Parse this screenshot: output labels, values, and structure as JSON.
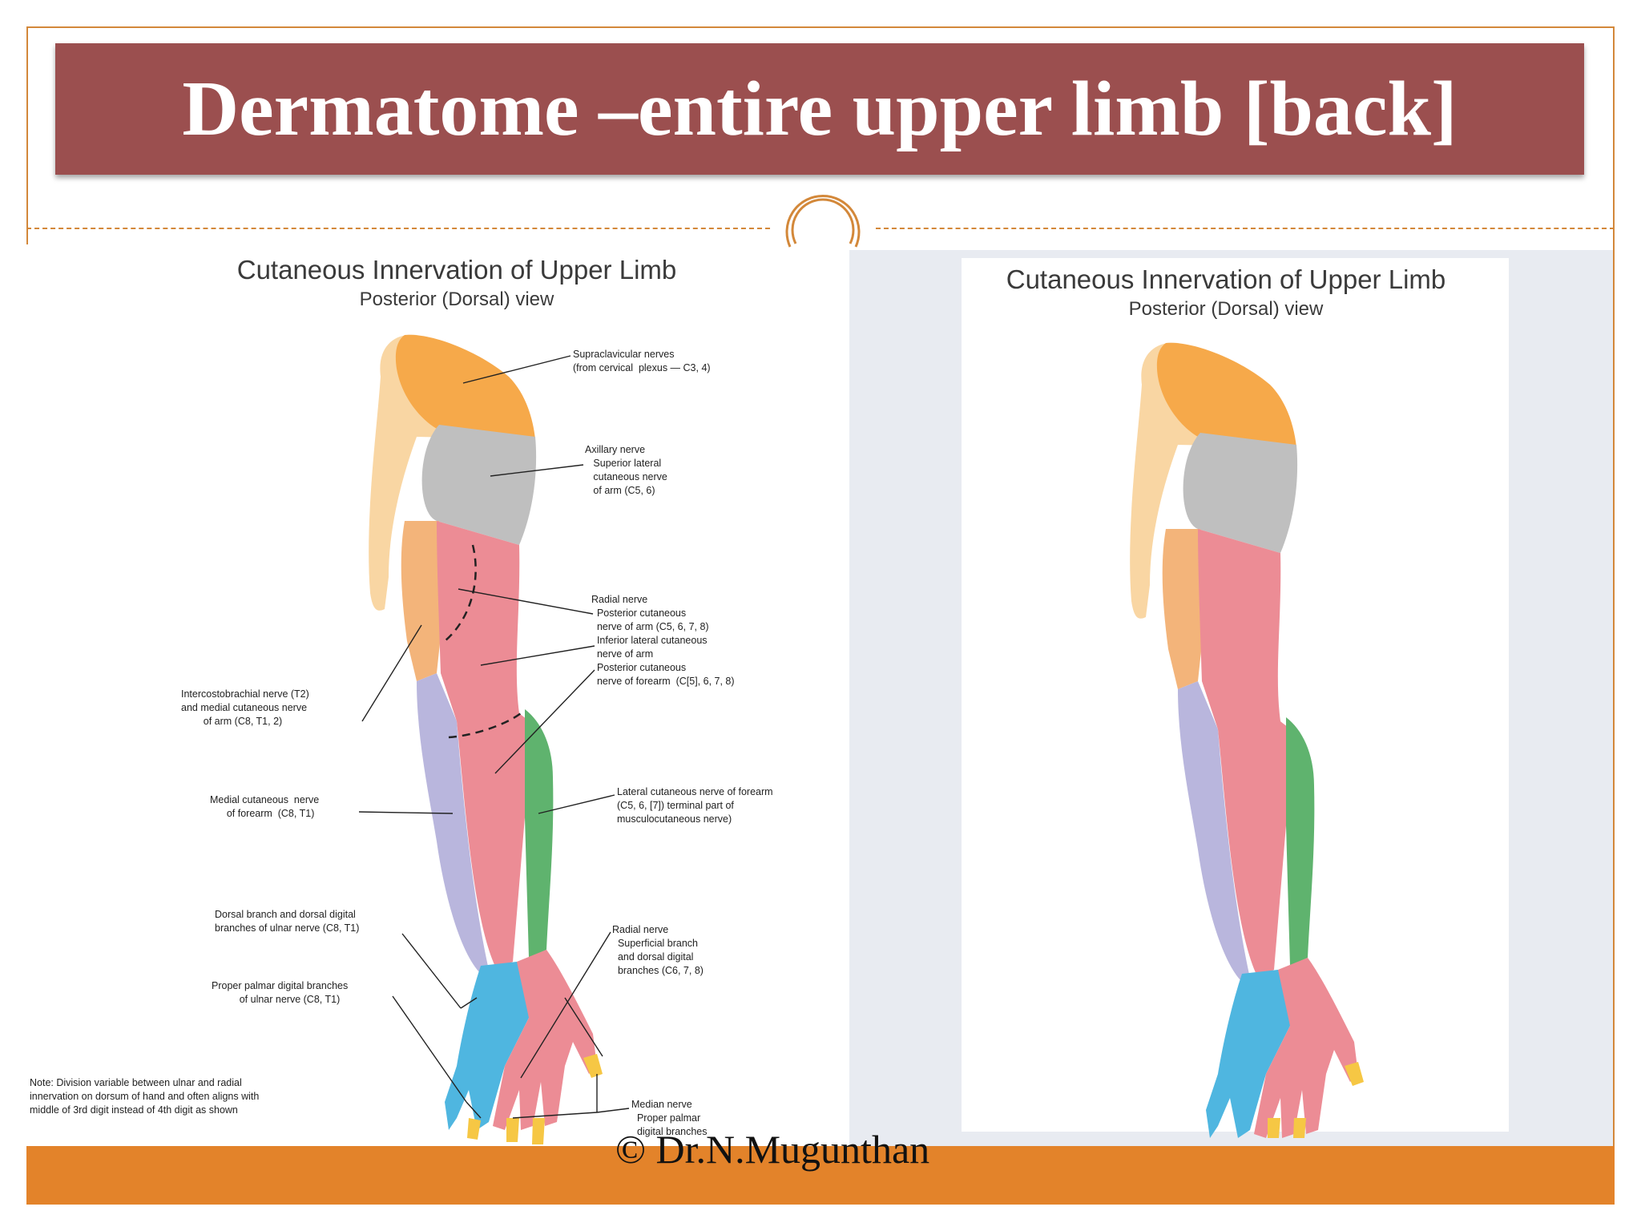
{
  "slide": {
    "title": "Dermatome –entire upper limb [back]",
    "copyright": "© Dr.N.Mugunthan"
  },
  "left_figure": {
    "title": "Cutaneous Innervation of Upper Limb",
    "subtitle": "Posterior (Dorsal) view",
    "labels": {
      "supraclavicular": "Supraclavicular nerves\n(from cervical  plexus — C3, 4)",
      "axillary": "Axillary nerve\n   Superior lateral\n   cutaneous nerve\n   of arm (C5, 6)",
      "radial": "Radial nerve\n  Posterior cutaneous\n  nerve of arm (C5, 6, 7, 8)\n  Inferior lateral cutaneous\n  nerve of arm\n  Posterior cutaneous\n  nerve of forearm  (C[5], 6, 7, 8)",
      "intercostobrachial": "Intercostobrachial nerve (T2)\nand medial cutaneous nerve\n        of arm (C8, T1, 2)",
      "medial_forearm": "Medial cutaneous  nerve\n      of forearm  (C8, T1)",
      "lateral_forearm": "Lateral cutaneous nerve of forearm\n(C5, 6, [7]) terminal part of\nmusculocutaneous nerve)",
      "dorsal_ulnar": "Dorsal branch and dorsal digital\nbranches of ulnar nerve (C8, T1)",
      "radial_superficial": "Radial nerve\n  Superficial branch\n  and dorsal digital\n  branches (C6, 7, 8)",
      "palmar_digital_ulnar": "Proper palmar digital branches\n          of ulnar nerve (C8, T1)",
      "note": "Note: Division variable between ulnar and radial\ninnervation on dorsum of hand and often aligns with\nmiddle of 3rd digit instead of 4th digit as shown",
      "median": "Median nerve\n  Proper palmar\n  digital branches"
    }
  },
  "right_figure": {
    "title": "Cutaneous Innervation of Upper Limb",
    "subtitle": "Posterior (Dorsal) view"
  },
  "colors": {
    "title_bar": "#9b4f4f",
    "accent_orange": "#e3832a",
    "supraclavicular": "#f6a94a",
    "axillary": "#bfbfbf",
    "radial": "#ec8c95",
    "medial_cutaneous": "#b9b6dd",
    "intercostobrachial": "#f3b47a",
    "lateral_cutaneous": "#5fb36e",
    "ulnar": "#4fb6e0",
    "median": "#f6c744"
  }
}
